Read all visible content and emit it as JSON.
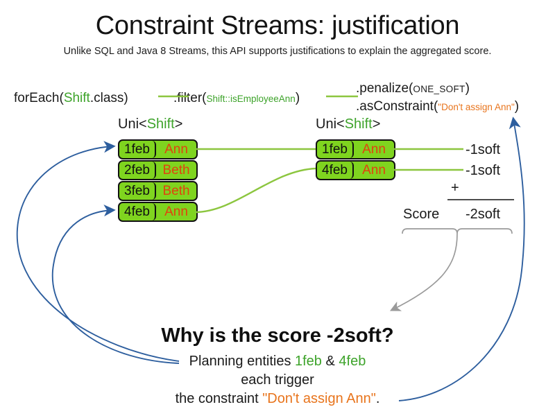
{
  "slide": {
    "title": "Constraint Streams: justification",
    "subtitle": "Unlike SQL and Java 8 Streams, this API supports justifications to explain the aggregated score."
  },
  "colors": {
    "green_accent": "#3da32a",
    "green_box_fill": "#7fd41f",
    "green_wire": "#8cc63f",
    "orange_accent": "#e8741c",
    "name_red": "#e0430f",
    "blue_arrow": "#2d5e9e",
    "gray_brace": "#9a9a9a",
    "text": "#1a1a1a"
  },
  "pipeline": {
    "foreach": {
      "prefix": "forEach(",
      "type": "Shift",
      "suffix": ".class)"
    },
    "filter": {
      "prefix": ".filter(",
      "method_ref": "Shift::isEmployeeAnn",
      "suffix": ")"
    },
    "penalize": {
      "prefix": ".penalize(",
      "constant": "ONE_SOFT",
      "suffix": ")"
    },
    "as_constraint": {
      "prefix": ".asConstraint(",
      "constraint_name": "\"Don't assign Ann\"",
      "suffix": ")"
    }
  },
  "streams": {
    "left": {
      "label_prefix": "Uni<",
      "label_type": "Shift",
      "label_suffix": ">",
      "tuples": [
        {
          "date": "1feb",
          "employee": "Ann"
        },
        {
          "date": "2feb",
          "employee": "Beth"
        },
        {
          "date": "3feb",
          "employee": "Beth"
        },
        {
          "date": "4feb",
          "employee": "Ann"
        }
      ]
    },
    "right": {
      "label_prefix": "Uni<",
      "label_type": "Shift",
      "label_suffix": ">",
      "tuples": [
        {
          "date": "1feb",
          "employee": "Ann"
        },
        {
          "date": "4feb",
          "employee": "Ann"
        }
      ]
    }
  },
  "score": {
    "impacts": [
      "-1soft",
      "-1soft"
    ],
    "operator": "+",
    "score_word": "Score",
    "total": "-2soft"
  },
  "explanation": {
    "heading": "Why is the score -2soft?",
    "line1_prefix": "Planning entities ",
    "line1_entity_a": "1feb",
    "line1_amp": " & ",
    "line1_entity_b": "4feb",
    "line2": "each trigger",
    "line3_prefix": "the constraint ",
    "line3_constraint": "\"Don't assign Ann\"",
    "line3_suffix": "."
  }
}
